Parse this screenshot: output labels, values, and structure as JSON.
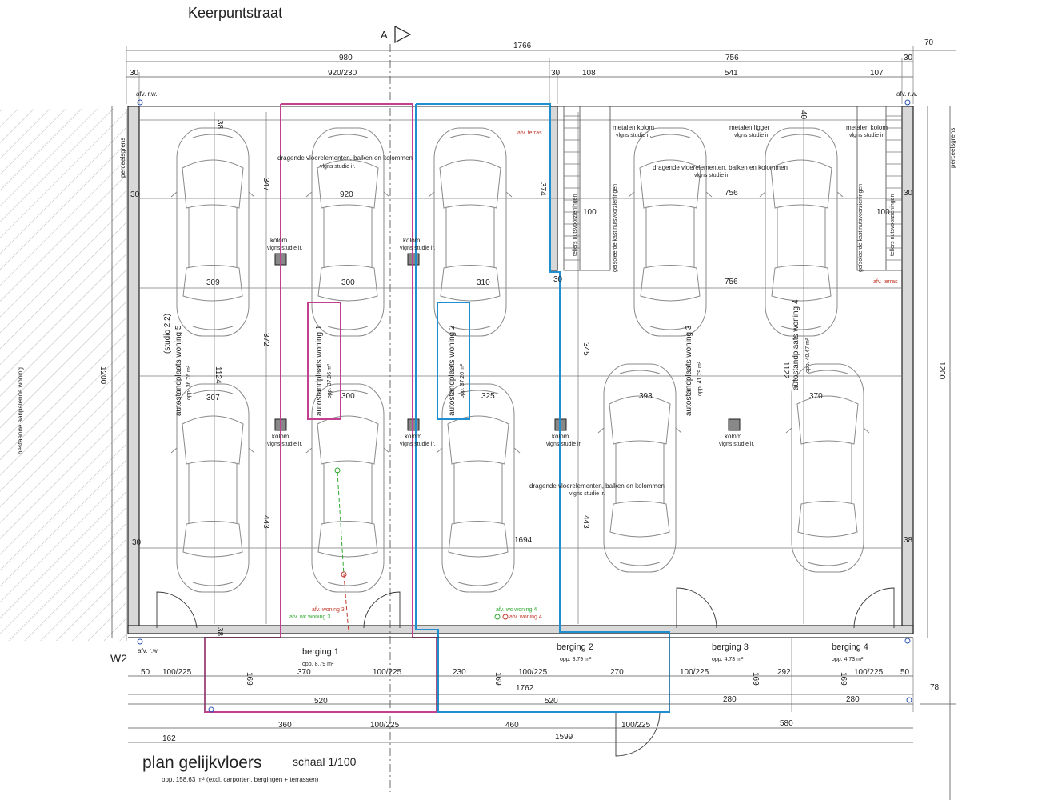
{
  "header": {
    "street": "Keerpuntstraat",
    "section_marker": "A"
  },
  "dims_top": {
    "overall": "1766",
    "right_margin": "70",
    "left_part": "980",
    "right_part": "756",
    "right_small": "30",
    "d30a": "30",
    "d920_230": "920/230",
    "d30b": "30",
    "d108": "108",
    "d541": "541",
    "d107": "107"
  },
  "labels": {
    "perceelsgrens_left": "perceelsgrens",
    "perceelsgrens_right": "perceelsgrens",
    "bestaande": "bestaande aanpalende woning",
    "afv_rw": "afv. r.w.",
    "afv_terras_1": "afv. terras",
    "afv_terras_2": "afv. terras",
    "metalen_kolom_1": "metalen kolom",
    "metalen_kolom_2": "metalen kolom",
    "metalen_ligger": "metalen ligger",
    "vigns": "vlgns studie ir.",
    "dragende_1": "dragende vloerelementen, balken en kolommen",
    "dragende_2": "dragende vloerelementen, balken en kolommen",
    "kolom": "kolom",
    "tellers": "tellers nutsvoorzieningen",
    "geisoleerde": "geïsoleerde kast nutsvoorzieningen",
    "w2": "W2",
    "afv_wc_woning3": "afv. wc woning 3",
    "afv_woning3": "afv. woning 3",
    "afv_wc_woning4": "afv. wc woning 4",
    "afv_woning4": "afv. woning 4",
    "studio": "(studio 2.2)",
    "asp_w5": "autostandplaats woning 5",
    "opp_w5": "opp. 36.76 m²",
    "asp_w1": "autostandplaats woning 1",
    "opp_w1": "opp. 37.86 m²",
    "asp_w2": "autostandplaats woning 2",
    "opp_w2": "opp. 37.20 m²",
    "asp_w3": "autostandplaats woning 3",
    "opp_w3": "opp. 41.79 m²",
    "asp_w4": "autostandplaats woning 4",
    "opp_w4": "opp. 40.47 m²"
  },
  "interior_dims": {
    "d38": "38",
    "d347": "347",
    "d920": "920",
    "d374": "374",
    "d756a": "756",
    "d756b": "756",
    "d40": "40",
    "d30l1": "30",
    "d30r1": "30",
    "d309": "309",
    "d300a": "300",
    "d310": "310",
    "d30m": "30",
    "d372": "372",
    "d345": "345",
    "d1124": "1124",
    "d1122": "1122",
    "d1200l": "1200",
    "d1200r": "1200",
    "d307": "307",
    "d300b": "300",
    "d325": "325",
    "d393": "393",
    "d370a": "370",
    "d443a": "443",
    "d443b": "443",
    "d1694": "1694",
    "d30l2": "30",
    "d38r": "38",
    "d38b": "38",
    "d100": "100"
  },
  "storage": [
    {
      "name": "berging 1",
      "area": "opp. 8.79 m²"
    },
    {
      "name": "berging 2",
      "area": "opp. 8.79 m²"
    },
    {
      "name": "berging 3",
      "area": "opp. 4.73 m²"
    },
    {
      "name": "berging 4",
      "area": "opp. 4.73 m²"
    }
  ],
  "dims_bottom": {
    "b50a": "50",
    "b100_225a": "100/225",
    "b370": "370",
    "b100_225b": "100/225",
    "b230": "230",
    "b100_225c": "100/225",
    "b270": "270",
    "b100_225d": "100/225",
    "b292": "292",
    "b100_225e": "100/225",
    "b50b": "50",
    "b169a": "169",
    "b169b": "169",
    "b169c": "169",
    "b169d": "169",
    "b1762": "1762",
    "b520a": "520",
    "b520b": "520",
    "b280a": "280",
    "b280b": "280",
    "b78": "78",
    "b360": "360",
    "b100_225f": "100/225",
    "b460": "460",
    "b100_225g": "100/225",
    "b580": "580",
    "b162": "162",
    "b1599": "1599"
  },
  "footer": {
    "title": "plan gelijkvloers",
    "scale": "schaal 1/100",
    "area": "opp. 158.63 m² (excl. carporten, bergingen + terrassen)"
  },
  "colors": {
    "woning1_outline": "#c2408f",
    "woning2_outline": "#1f8fcf",
    "annotation_red": "#c0392b",
    "annotation_green": "#2fa82f"
  }
}
